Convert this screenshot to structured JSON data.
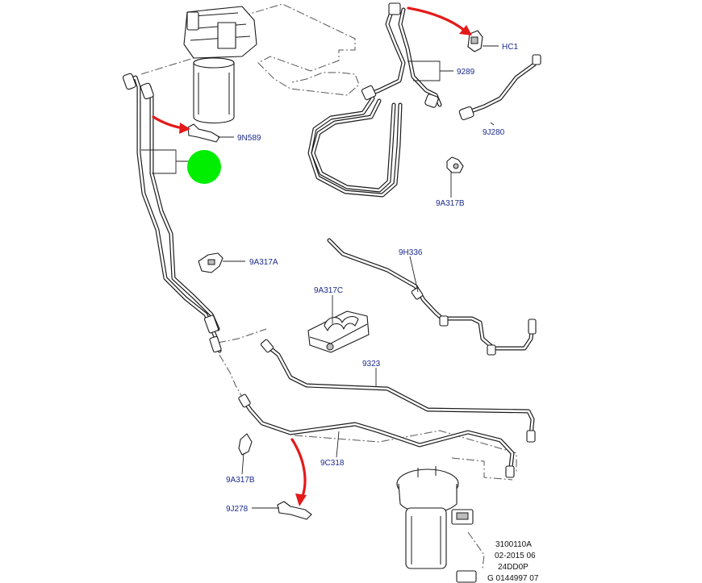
{
  "labels": {
    "hc1": "HC1",
    "p9289": "9289",
    "p9n589": "9N589",
    "p9j280": "9J280",
    "p9a317b_top": "9A317B",
    "p9a317a": "9A317A",
    "p9h336": "9H336",
    "p9a317c": "9A317C",
    "p9323": "9323",
    "p9c318": "9C318",
    "p9a317b_bottom": "9A317B",
    "p9j278": "9J278"
  },
  "reference": {
    "line1": "3100110A",
    "line2": "02-2015 06",
    "line3": "24DD0P",
    "line4": "G 0144997 07"
  },
  "colors": {
    "label_text": "#1b2a8c",
    "arrow": "#e41a1a",
    "marker": "#00ee00",
    "line": "#1a1a1a"
  }
}
